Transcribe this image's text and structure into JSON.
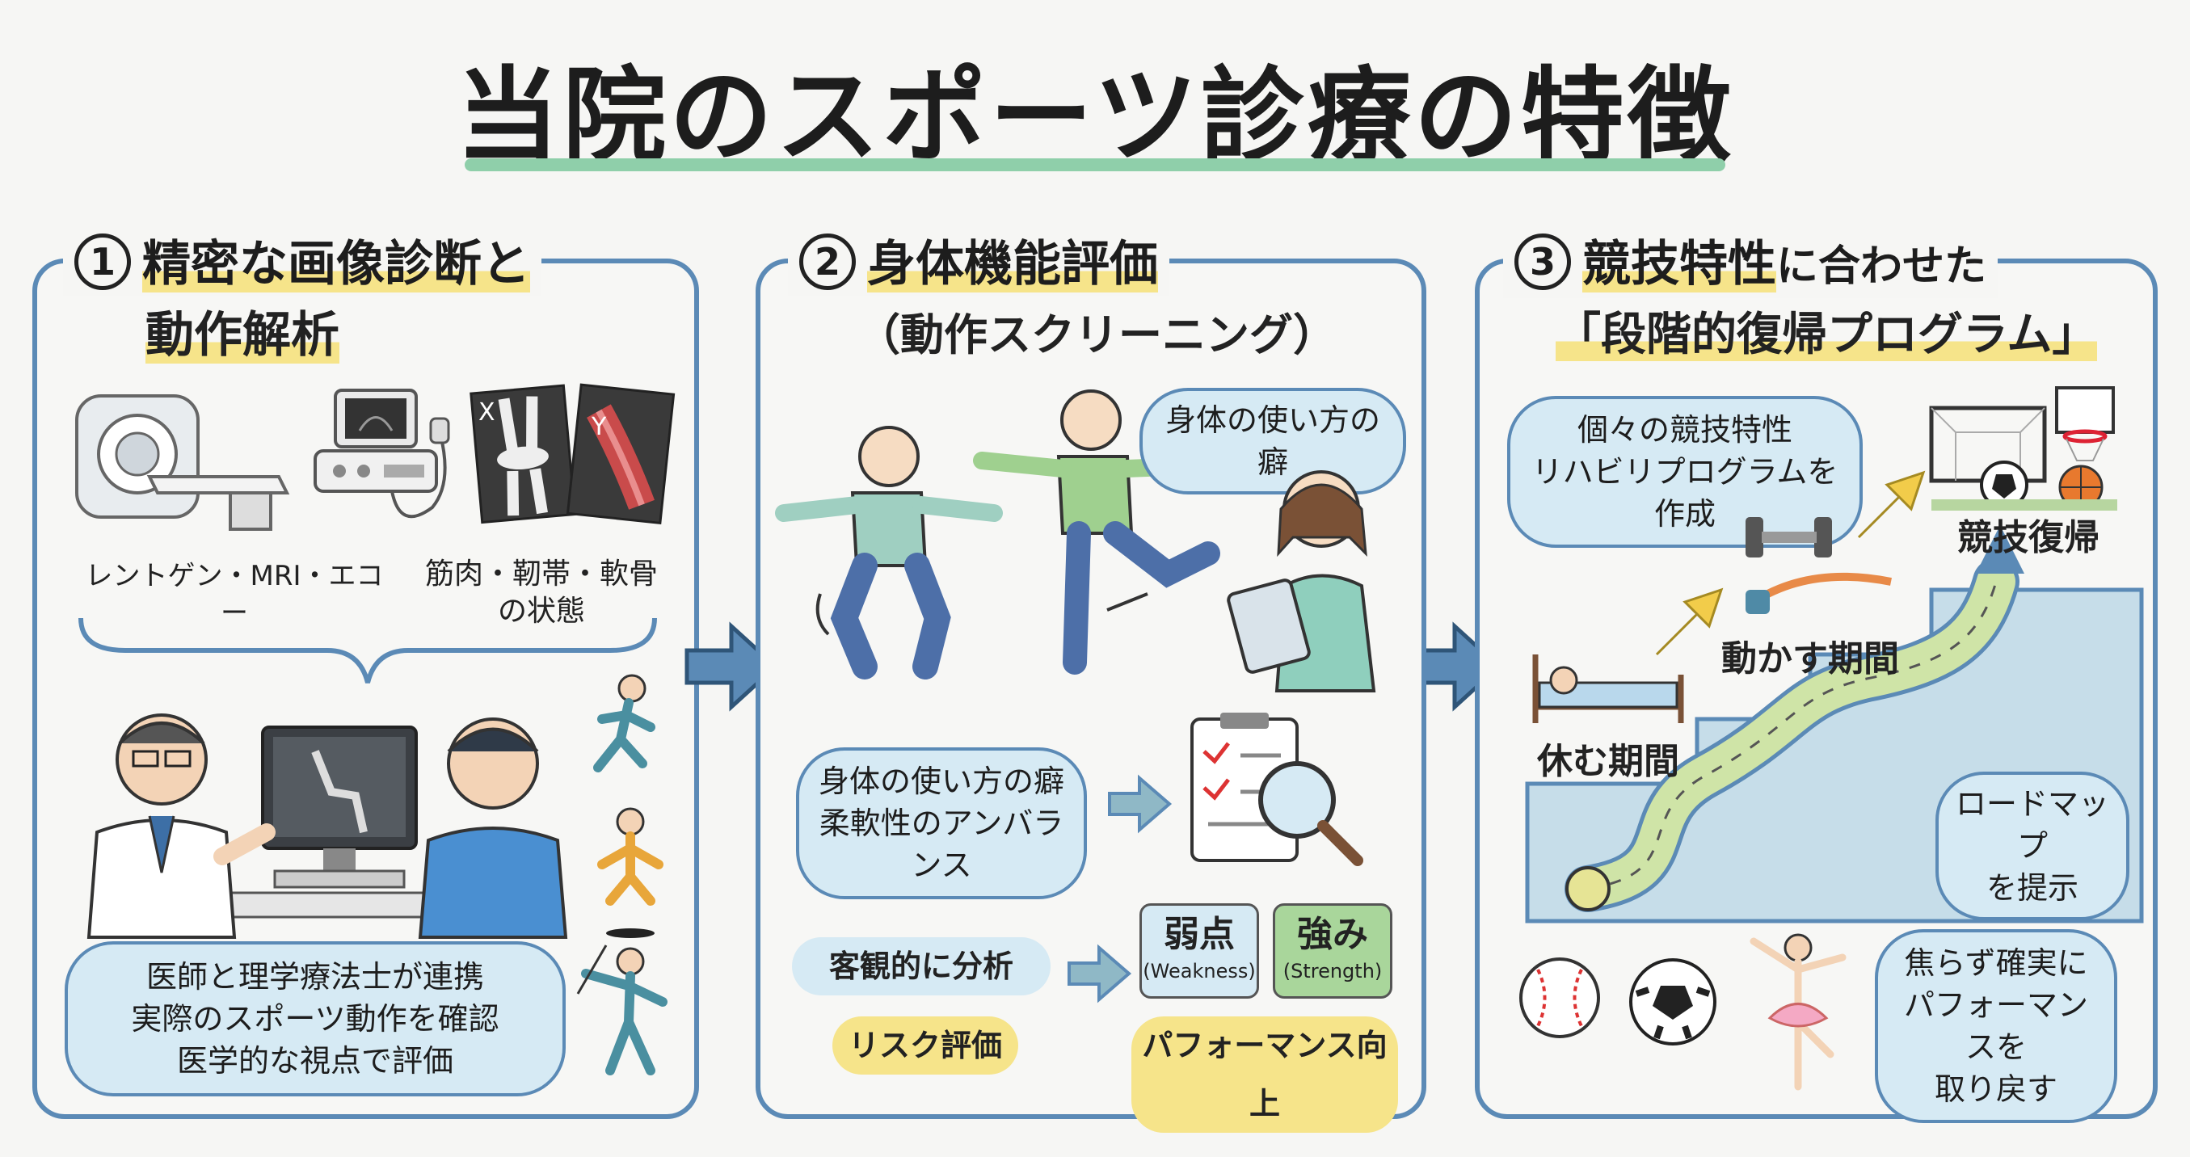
{
  "title": "当院のスポーツ診療の特徴",
  "colors": {
    "accent_blue": "#5b8ab6",
    "bubble": "#d6eaf4",
    "highlight": "#f6e48a",
    "title_bar": "#8fcfaa"
  },
  "panel1": {
    "number": "1",
    "heading_line1": "精密な画像診断と",
    "heading_line2": "動作解析",
    "label_imaging": "レントゲン・MRI・エコー",
    "label_tissue_line1": "筋肉・靭帯・軟骨",
    "label_tissue_line2": "の状態",
    "xray_x": "X",
    "xray_y": "Y",
    "bubble_line1": "医師と理学療法士が連携",
    "bubble_line2": "実際のスポーツ動作を確認",
    "bubble_line3": "医学的な視点で評価"
  },
  "panel2": {
    "number": "2",
    "heading": "身体機能評価",
    "subheading": "（動作スクリーニング）",
    "bubble_top": "身体の使い方の癖",
    "bubble_mid_line1": "身体の使い方の癖",
    "bubble_mid_line2": "柔軟性のアンバランス",
    "pill_analysis": "客観的に分析",
    "pill_risk": "リスク評価",
    "weak_label": "弱点",
    "weak_en": "(Weakness)",
    "strong_label": "強み",
    "strong_en": "(Strength)",
    "pill_perf": "パフォーマンス向上"
  },
  "panel3": {
    "number": "3",
    "heading_line1_hl": "競技特性",
    "heading_line1_rest": "に合わせた",
    "heading_line2": "「段階的復帰プログラム」",
    "bubble_program_line1": "個々の競技特性",
    "bubble_program_line2": "リハビリプログラムを作成",
    "stage_return": "競技復帰",
    "stage_move": "動かす期間",
    "stage_rest": "休む期間",
    "bubble_roadmap_line1": "ロードマップ",
    "bubble_roadmap_line2": "を提示",
    "bubble_final_line1": "焦らず確実に",
    "bubble_final_line2": "パフォーマンスを",
    "bubble_final_line3": "取り戻す"
  }
}
